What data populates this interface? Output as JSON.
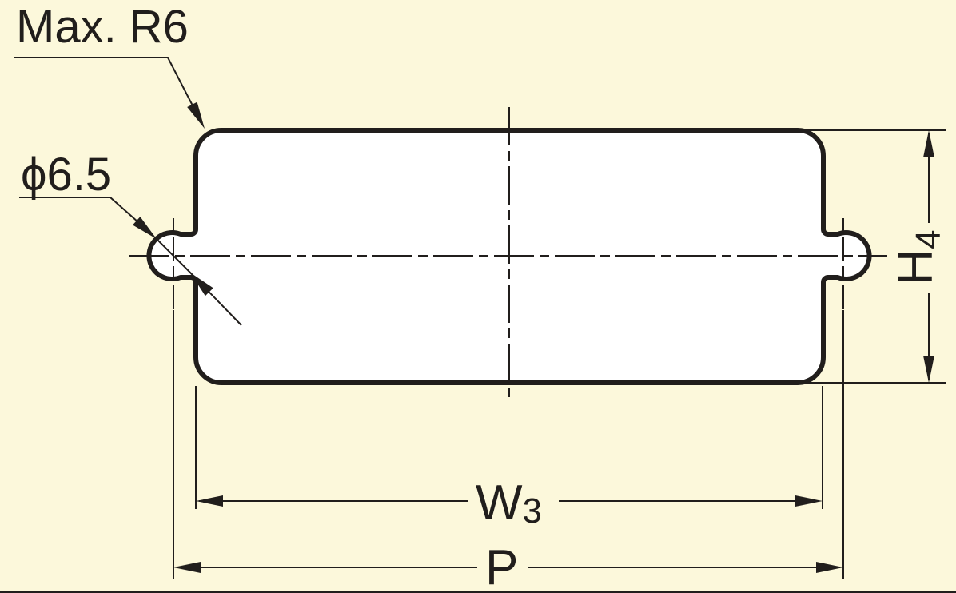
{
  "diagram": {
    "type": "engineering-dimension-drawing",
    "subject": "panel-cutout-with-mounting-hole-tabs",
    "colors": {
      "background": "#FCF8DB",
      "line": "#211E1C",
      "cutout_fill": "#FFFFFF"
    },
    "annotations": {
      "corner_radius_note": "Max. R6",
      "hole_diameter_note": "ϕ6.5"
    },
    "dimension_labels": {
      "width": {
        "base": "W",
        "sub": "3"
      },
      "pitch": {
        "base": "P",
        "sub": ""
      },
      "height": {
        "base": "H",
        "sub": "4"
      }
    }
  }
}
